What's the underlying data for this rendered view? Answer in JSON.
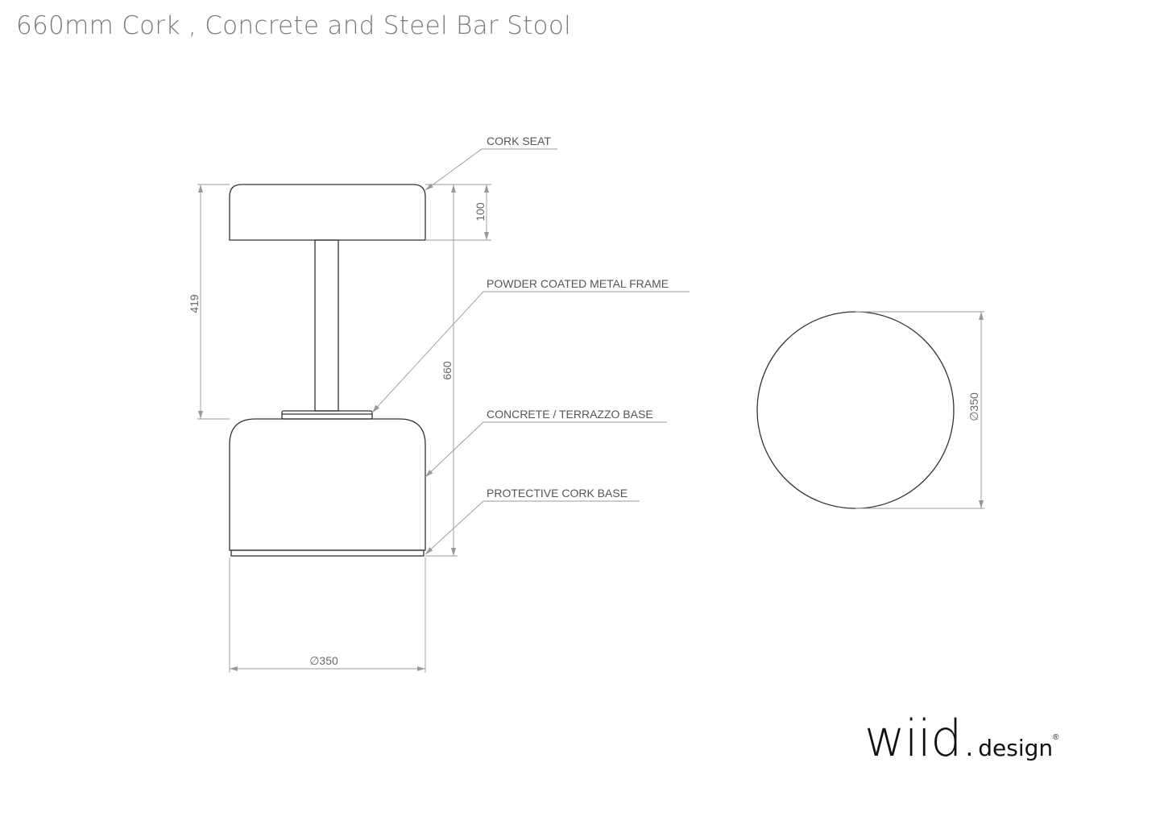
{
  "title": "660mm Cork , Concrete and Steel Bar Stool",
  "labels": {
    "cork_seat": "CORK SEAT",
    "frame": "POWDER COATED METAL FRAME",
    "base": "CONCRETE / TERRAZZO BASE",
    "cork_base": "PROTECTIVE CORK BASE"
  },
  "dimensions": {
    "seat_height_to_base": "419",
    "seat_thickness": "100",
    "total_height": "660",
    "base_diameter": "∅350",
    "plan_diameter": "∅350"
  },
  "logo": {
    "main": "wiid.",
    "sub": "design",
    "mark": "®"
  },
  "colors": {
    "lines": "#333333",
    "dims": "#999999",
    "title": "#7a7a7a"
  }
}
